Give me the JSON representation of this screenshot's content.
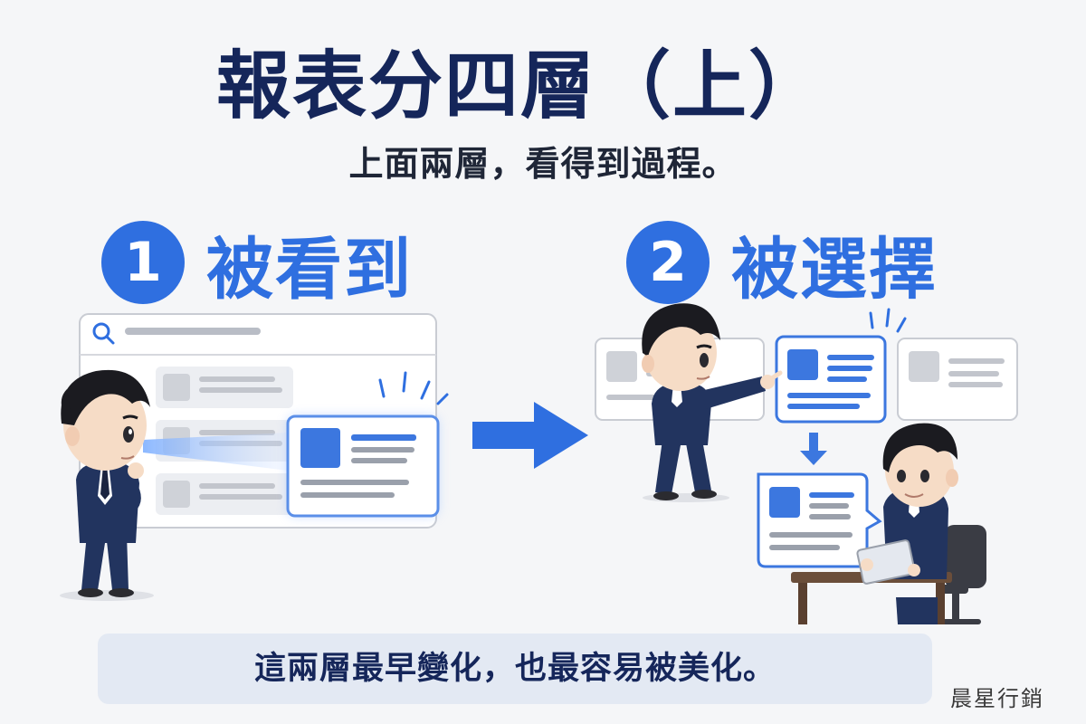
{
  "title": "報表分四層（上）",
  "subtitle": "上面兩層，看得到過程。",
  "steps": [
    {
      "number": "1",
      "label": "被看到"
    },
    {
      "number": "2",
      "label": "被選擇"
    }
  ],
  "footer": "這兩層最早變化，也最容易被美化。",
  "brand": "晨星行銷",
  "colors": {
    "accent": "#2f6fe0",
    "title": "#15265a",
    "suit": "#22345f",
    "hair": "#1b1b20"
  }
}
